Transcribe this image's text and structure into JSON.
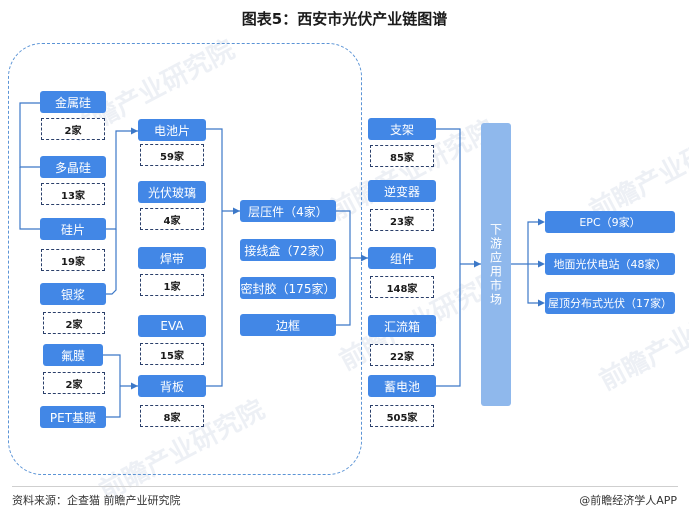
{
  "title": "图表5：西安市光伏产业链图谱",
  "upstream": {
    "materials": [
      {
        "label": "金属硅",
        "count": "2家"
      },
      {
        "label": "多晶硅",
        "count": "13家"
      },
      {
        "label": "硅片",
        "count": "19家"
      },
      {
        "label": "银浆",
        "count": "2家"
      },
      {
        "label": "氟膜",
        "count": "2家"
      },
      {
        "label": "PET基膜",
        "count": ""
      }
    ],
    "components": [
      {
        "label": "电池片",
        "count": "59家"
      },
      {
        "label": "光伏玻璃",
        "count": "4家"
      },
      {
        "label": "焊带",
        "count": "1家"
      },
      {
        "label": "EVA",
        "count": "15家"
      },
      {
        "label": "背板",
        "count": "8家"
      }
    ],
    "module_parts": [
      {
        "label": "层压件（4家）"
      },
      {
        "label": "接线盒（72家）"
      },
      {
        "label": "密封胶（175家）"
      },
      {
        "label": "边框"
      }
    ]
  },
  "midstream": [
    {
      "label": "支架",
      "count": "85家"
    },
    {
      "label": "逆变器",
      "count": "23家"
    },
    {
      "label": "组件",
      "count": "148家"
    },
    {
      "label": "汇流箱",
      "count": "22家"
    },
    {
      "label": "蓄电池",
      "count": "505家"
    }
  ],
  "market": {
    "label": "下游应用市场"
  },
  "downstream": [
    {
      "label": "EPC（9家）"
    },
    {
      "label": "地面光伏电站（48家）"
    },
    {
      "label": "屋顶分布式光伏（17家）"
    }
  ],
  "watermark": "前瞻产业研究院",
  "footer": {
    "source": "资料来源：企查猫 前瞻产业研究院",
    "credit": "@前瞻经济学人APP"
  },
  "colors": {
    "button": "#4287e6",
    "market": "#8fb8ec",
    "connector": "#3c78c8",
    "group_border": "#5b94d6",
    "count_border": "#2a3f6a"
  }
}
